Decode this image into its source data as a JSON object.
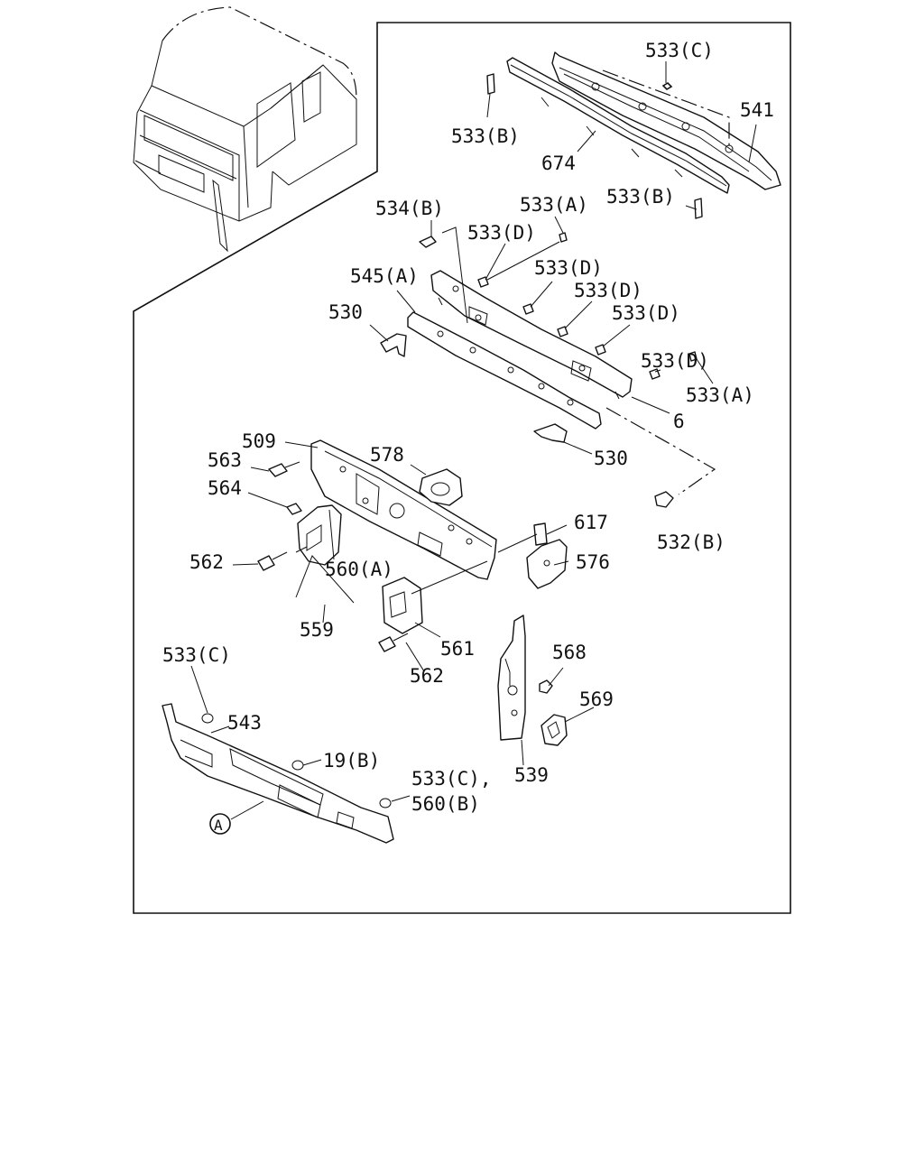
{
  "labels": {
    "l533c_top": "533(C)",
    "l541": "541",
    "l533b_left": "533(B)",
    "l674": "674",
    "l533b_right": "533(B)",
    "l534b": "534(B)",
    "l533a_top": "533(A)",
    "l533d_1": "533(D)",
    "l533d_2": "533(D)",
    "l533d_3": "533(D)",
    "l533d_4": "533(D)",
    "l533d_5": "533(D)",
    "l545a": "545(A)",
    "l530_left": "530",
    "l533a_right": "533(A)",
    "l6": "6",
    "l530_right": "530",
    "l509": "509",
    "l578": "578",
    "l563": "563",
    "l564": "564",
    "l532b": "532(B)",
    "l617": "617",
    "l562_left": "562",
    "l560a": "560(A)",
    "l576": "576",
    "l559": "559",
    "l561": "561",
    "l562_bottom": "562",
    "l533c_left": "533(C)",
    "l568": "568",
    "l569": "569",
    "l543": "543",
    "l19b": "19(B)",
    "l539": "539",
    "l533c_560b_1": "533(C),",
    "l533c_560b_2": "560(B)",
    "lA": "A"
  }
}
